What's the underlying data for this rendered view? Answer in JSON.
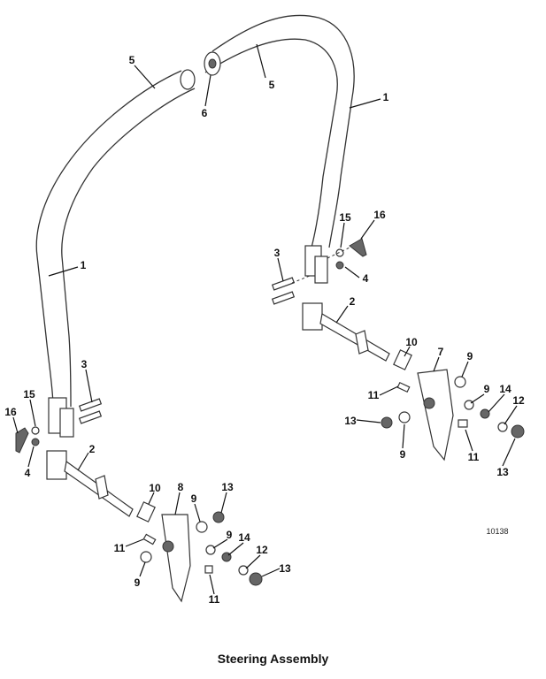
{
  "diagram": {
    "title": "Steering Assembly",
    "figure_number": "10138",
    "callouts": [
      "5",
      "5",
      "6",
      "1",
      "1",
      "15",
      "16",
      "3",
      "4",
      "2",
      "10",
      "7",
      "9",
      "11",
      "9",
      "14",
      "12",
      "13",
      "9",
      "11",
      "13",
      "3",
      "15",
      "16",
      "4",
      "2",
      "10",
      "8",
      "9",
      "13",
      "11",
      "9",
      "14",
      "9",
      "12",
      "13",
      "11"
    ]
  }
}
